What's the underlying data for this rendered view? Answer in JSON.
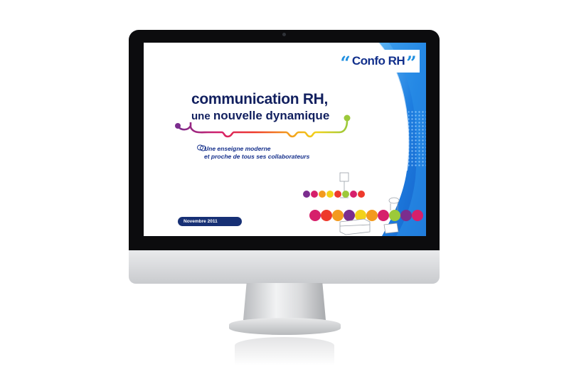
{
  "slide": {
    "logo": {
      "open_quote": "“",
      "text": "Confo RH",
      "close_quote": "”",
      "color_primary": "#12308c",
      "color_quote": "#1f8fe0"
    },
    "title_line1": "communication RH,",
    "title_line2_small": "une",
    "title_line2_big": "nouvelle dynamique",
    "subtitle_line1": "Une enseigne moderne",
    "subtitle_line2": "et proche de tous ses collaborateurs",
    "date": "Novembre 2011",
    "colors": {
      "title": "#12205f",
      "date_pill": "#173075",
      "blue_wave": "#1e7ee0"
    },
    "icons": [
      "speech-bubbles-icon"
    ]
  }
}
